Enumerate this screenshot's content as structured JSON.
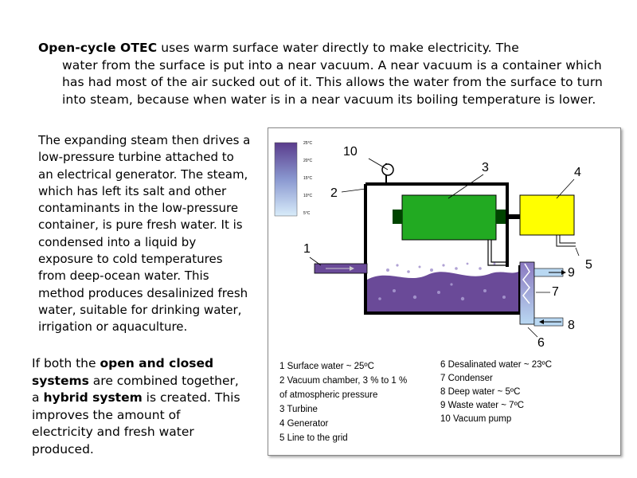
{
  "intro": {
    "lead": "Open-cycle OTEC",
    "first_line": " uses warm surface water directly to make electricity. The",
    "rest": "water from the surface is put into a near vacuum. A near vacuum is a container which has had most of the air sucked out of it. This allows the water from the surface to turn into steam, because when water is in a near vacuum its boiling temperature is lower."
  },
  "steam_paragraph": " The expanding steam  then drives a low-pressure turbine attached to an electrical generator. The steam, which has left its salt and other contaminants in the low-pressure container, is pure fresh water. It is condensed into a liquid by exposure to cold temperatures from deep-ocean water. This method produces desalinized fresh water, suitable for drinking water, irrigation or aquaculture.",
  "hybrid": {
    "part1": "If both the ",
    "bold1": "open and closed systems",
    "part2": " are combined together, a ",
    "bold2": "hybrid system",
    "part3": " is created. This improves the amount of electricity and fresh water produced."
  },
  "diagram": {
    "temp_scale": [
      "25°C",
      "20°C",
      "15°C",
      "10°C",
      "5°C"
    ],
    "callouts": [
      "1",
      "2",
      "3",
      "4",
      "5",
      "6",
      "7",
      "8",
      "9",
      "10"
    ],
    "legend_left": [
      "1 Surface water ~ 25ºC",
      "2 Vacuum chamber, 3 % to 1 %",
      "of atmospheric pressure",
      "3 Turbine",
      "4 Generator",
      "5 Line to the grid"
    ],
    "legend_right": [
      "6  Desalinated water ~ 23ºC",
      "7 Condenser",
      "8 Deep water ~ 5ºC",
      "9 Waste water ~ 7ºC",
      "10 Vacuum pump"
    ],
    "colors": {
      "warm": "#6a4a98",
      "cold": "#b9d8f2",
      "generator": "#ffff00",
      "turbine": "#22aa22",
      "chamber": "#000000"
    }
  }
}
